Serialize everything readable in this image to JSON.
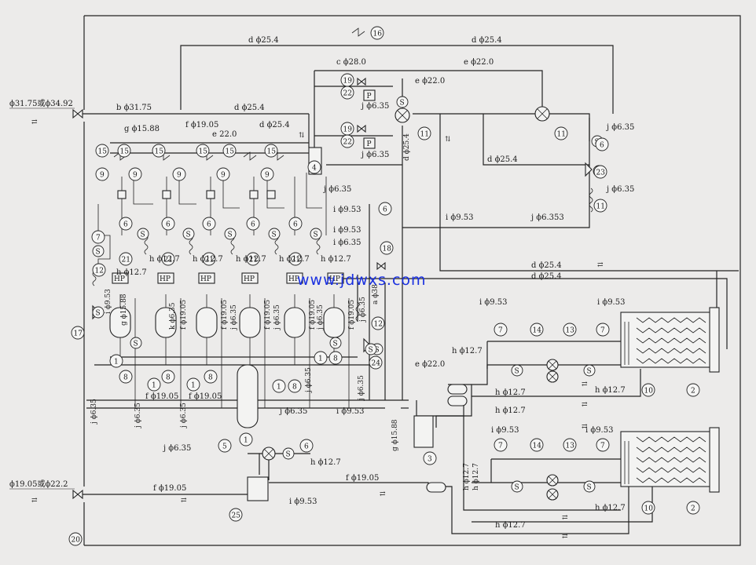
{
  "colors": {
    "background": "#ecebea",
    "line": "#222222",
    "watermark": "#1a30e0"
  },
  "watermark": "www.jdwxs.com",
  "labels": {
    "suction_main_in": "ϕ31.75或ϕ34.92",
    "liquid_main_in": "ϕ19.05或ϕ22.2",
    "b_3175": "b ϕ31.75",
    "d_254_top": "d ϕ25.4",
    "d_254_top_r": "d ϕ25.4",
    "c_280": "c ϕ28.0",
    "e_220_top": "e ϕ22.0",
    "e_220_mid": "e ϕ22.0",
    "d_254_row": "d ϕ25.4",
    "g_1588": "g ϕ15.88",
    "f_1905_top": "f ϕ19.05",
    "e_220_row": "e 22.0",
    "d_254_row2": "d ϕ25.4",
    "j_635_a": "j ϕ6.35",
    "j_635_b": "j ϕ6.35",
    "j_635_c": "j ϕ6.35",
    "j_635_d": "j ϕ6.35",
    "j_635_e": "j ϕ6.35",
    "d_254_v": "d ϕ25.4",
    "d_254_mid": "d ϕ25.4",
    "j_6353": "j ϕ6.353",
    "i_953_mid": "i ϕ9.53",
    "i_953_a": "i ϕ9.53",
    "i_953_b": "i ϕ9.53",
    "i_635": "i ϕ6.35",
    "h_127_left": "h ϕ12.7",
    "h_127_u1": "h ϕ12.7",
    "h_127_u2": "h ϕ12.7",
    "h_127_u3": "h ϕ12.7",
    "h_127_u4": "h ϕ12.7",
    "h_127_u5": "h ϕ12.7",
    "d_254_r1": "d ϕ25.4",
    "d_254_r2": "d ϕ25.4",
    "i_953_r1": "i ϕ9.53",
    "i_953_r2": "i ϕ9.53",
    "i_953_r3": "i ϕ9.53",
    "i_953_r4": "i ϕ9.53",
    "h_127_r1": "h ϕ12.7",
    "h_127_r2": "h ϕ12.7",
    "h_127_r3": "h ϕ12.7",
    "h_127_r4": "h ϕ12.7",
    "h_127_r5": "h ϕ12.7",
    "h_127_r6": "h ϕ12.7",
    "h_127_r7": "h ϕ12.7",
    "h_127_r8": "h ϕ12.7",
    "h_127_r9": "h ϕ12.7",
    "e_220_r": "e ϕ22.0",
    "g_1588_v": "g ϕ15.88",
    "a_38": "a ϕ38",
    "d_254_low": "ϕ25.4",
    "k_635": "k ϕ6.35",
    "g_1588_b": "g ϕ15.88",
    "f_1905_b1": "f ϕ19.05",
    "f_1905_b2": "f ϕ19.05",
    "f_1905_b3": "f ϕ19.05",
    "f_1905_b4": "f ϕ19.05",
    "f_1905_b5": "f ϕ19.05",
    "f_1905_low1": "f ϕ19.05",
    "f_1905_low2": "f ϕ19.05",
    "f_1905_bottom": "f ϕ19.05",
    "j_635_low1": "j ϕ6.35",
    "j_635_low2": "j ϕ6.35",
    "j_635_low3": "j ϕ6.35",
    "j_635_low4": "j ϕ6.35",
    "j_635_low5": "j ϕ6.35",
    "j_635_low6": "j ϕ6.35",
    "j_635_low7": "j ϕ6.35",
    "i_953_bottom": "i ϕ9.53",
    "h_127_bottom": "h ϕ12.7",
    "hp": "HP",
    "p": "P",
    "s": "S"
  },
  "component_numbers": [
    "1",
    "2",
    "3",
    "4",
    "5",
    "6",
    "7",
    "8",
    "9",
    "10",
    "11",
    "12",
    "13",
    "14",
    "15",
    "16",
    "17",
    "18",
    "19",
    "20",
    "21",
    "22",
    "23",
    "24",
    "25"
  ]
}
